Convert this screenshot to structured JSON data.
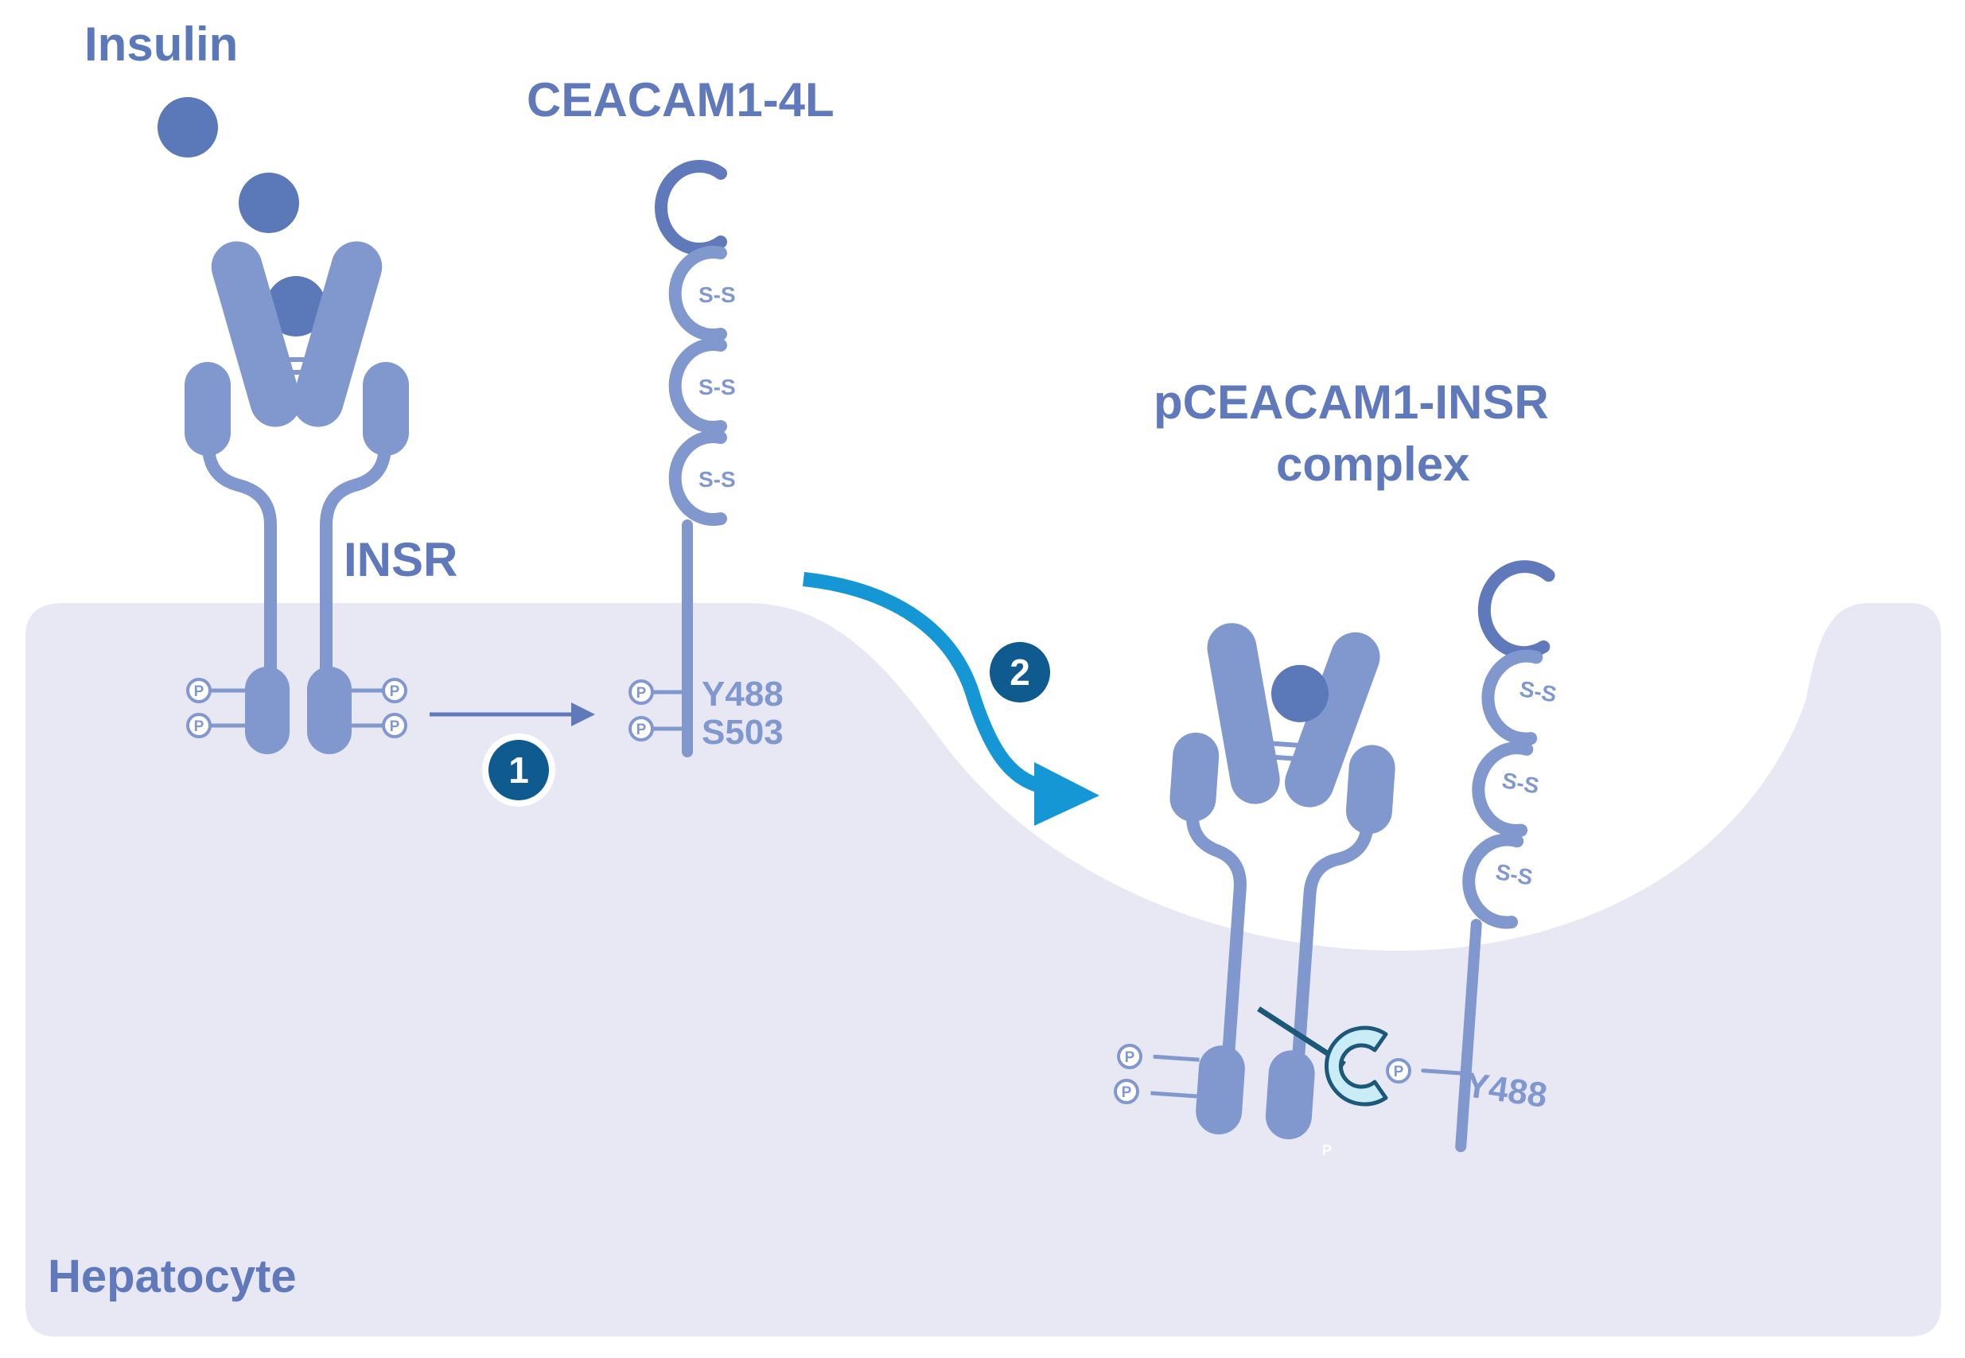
{
  "labels": {
    "insulin": "Insulin",
    "ceacam": "CEACAM1-4L",
    "insr": "INSR",
    "complex_line1": "pCEACAM1-INSR",
    "complex_line2": "complex",
    "cell": "Hepatocyte"
  },
  "residues": {
    "y488": "Y488",
    "s503": "S503",
    "y488_complex": "Y488"
  },
  "phospho_symbol": "P",
  "disulfide": "S-S",
  "steps": {
    "one": "1",
    "two": "2"
  },
  "colors": {
    "protein": "#8198cf",
    "protein_dark": "#6079bb",
    "insulin": "#5b78b8",
    "cell_fill": "#e8e8f4",
    "arrow_blue": "#1597d6",
    "step_badge": "#0f5a8f",
    "shp_fill": "#c9ecf6",
    "linker": "#1c5877"
  }
}
